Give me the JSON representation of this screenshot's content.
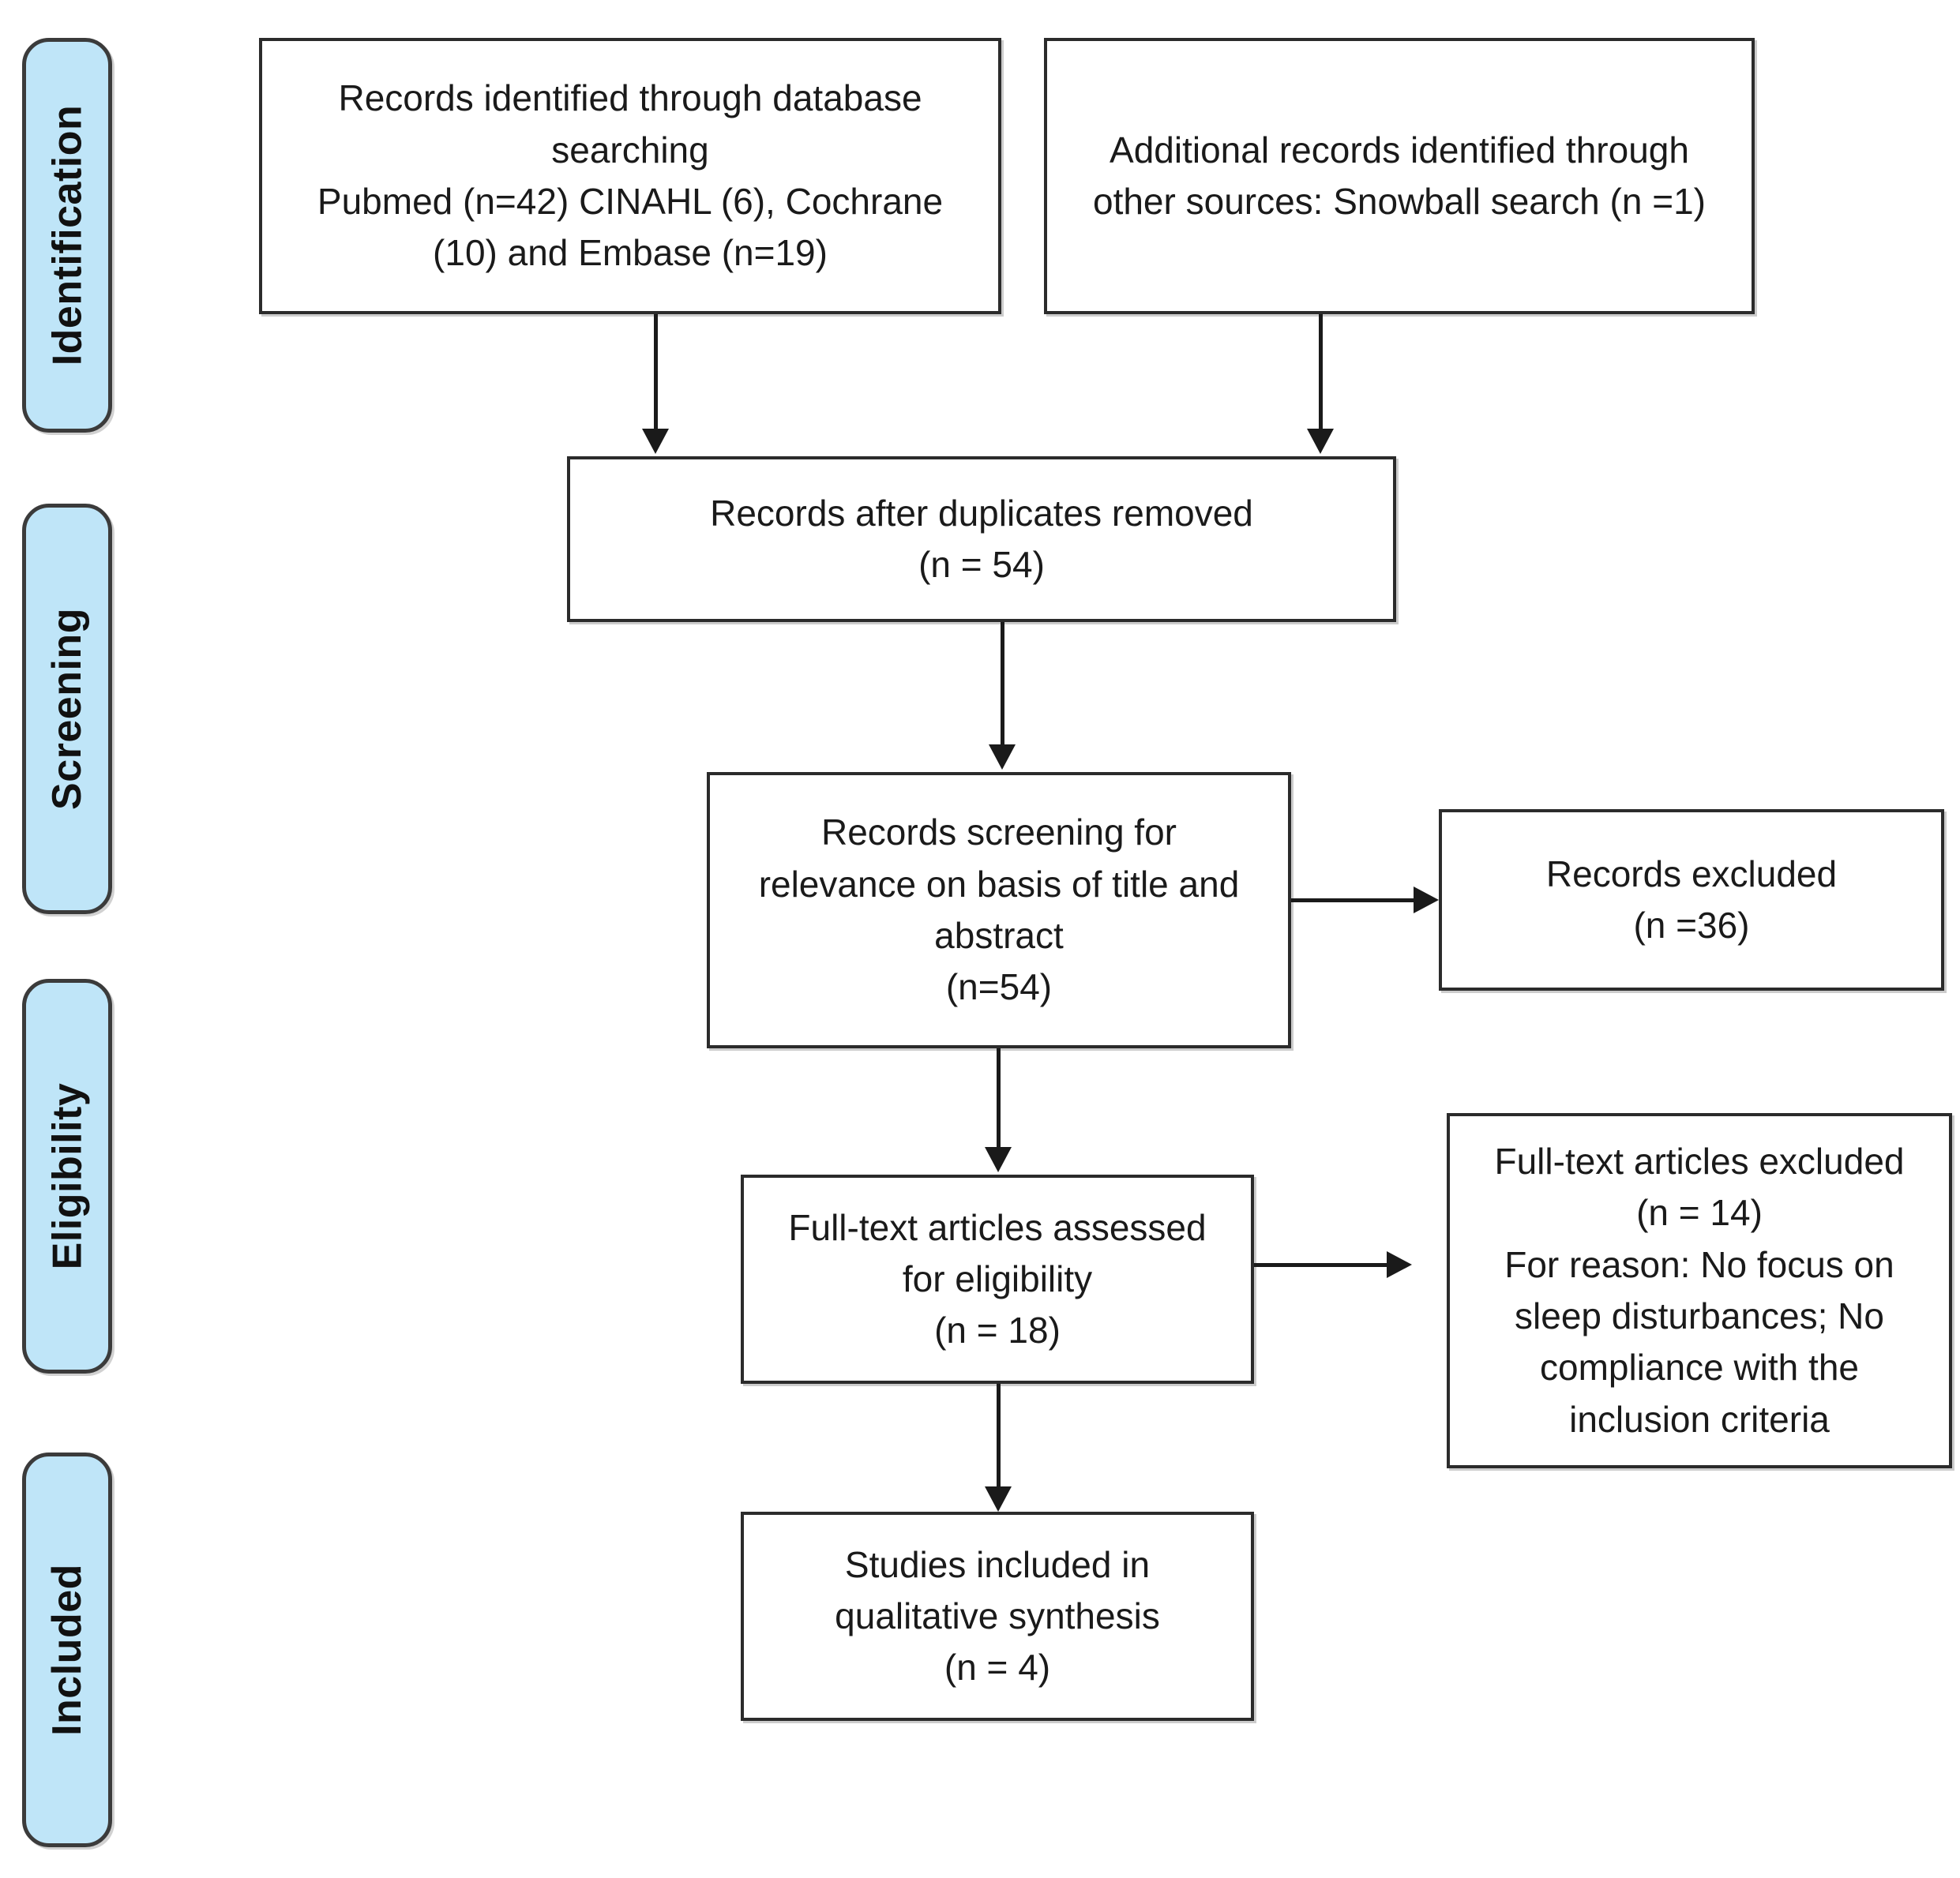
{
  "diagram": {
    "type": "prisma-flow-diagram",
    "accent_color": "#bfe5f8",
    "border_color": "#2b2b2b",
    "stages": [
      {
        "id": "identification",
        "label": "Identification"
      },
      {
        "id": "screening",
        "label": "Screening"
      },
      {
        "id": "eligibility",
        "label": "Eligibility"
      },
      {
        "id": "included",
        "label": "Included"
      }
    ],
    "boxes": {
      "database_search": {
        "text": "Records identified through database\nsearching\nPubmed (n=42) CINAHL (6), Cochrane\n(10) and Embase (n=19)"
      },
      "other_sources": {
        "text": "Additional records identified through\nother sources: Snowball search (n =1)"
      },
      "duplicates_removed": {
        "text": "Records after duplicates removed\n(n = 54)"
      },
      "records_screened": {
        "text": "Records screening for\nrelevance on basis of title and\nabstract\n(n=54)"
      },
      "records_excluded": {
        "text": "Records excluded\n(n =36)"
      },
      "fulltext_assessed": {
        "text": "Full-text articles assessed\nfor eligibility\n(n = 18)"
      },
      "fulltext_excluded": {
        "text": "Full-text articles excluded\n(n = 14)\nFor reason: No focus on\nsleep disturbances; No\ncompliance with the\ninclusion criteria"
      },
      "studies_included": {
        "text": "Studies included in\nqualitative synthesis\n(n = 4)"
      }
    },
    "counts": {
      "pubmed": 42,
      "cinahl": 6,
      "cochrane": 10,
      "embase": 19,
      "other_sources": 1,
      "after_duplicates": 54,
      "screened": 54,
      "records_excluded": 36,
      "fulltext_assessed": 18,
      "fulltext_excluded": 14,
      "studies_included": 4
    }
  }
}
